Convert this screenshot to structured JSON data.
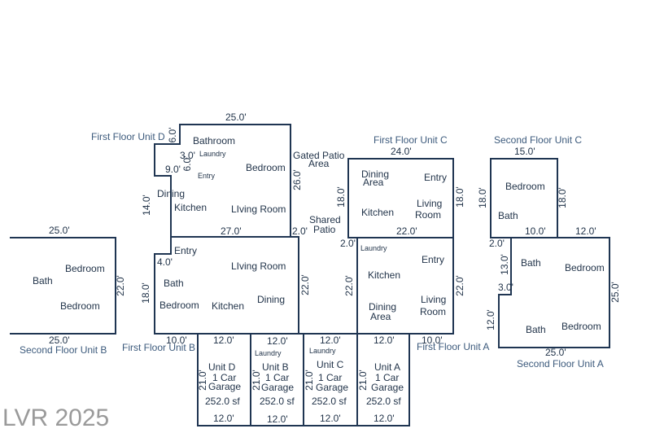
{
  "watermark": "LVR 2025",
  "units": {
    "first_d": "First Floor Unit D",
    "first_c": "First Floor Unit C",
    "second_c": "Second Floor Unit C",
    "second_b": "Second Floor Unit B",
    "first_b": "First Floor Unit B",
    "first_a": "First Floor Unit A",
    "second_a": "Second Floor Unit A"
  },
  "rooms": {
    "d_bathroom": "Bathroom",
    "d_laundry": "Laundry",
    "d_bedroom": "Bedroom",
    "d_entry": "Entry",
    "d_dining": "Dining",
    "d_kitchen": "Kitchen",
    "d_living": "LIving Room",
    "gated_1": "Gated Patio",
    "gated_2": "Area",
    "shared_1": "Shared",
    "shared_2": "Patio",
    "c_dining_1": "Dining",
    "c_dining_2": "Area",
    "c_entry": "Entry",
    "c_kitchen": "Kitchen",
    "c_living_1": "Living",
    "c_living_2": "Room",
    "sc_bedroom": "Bedroom",
    "sc_bath": "Bath",
    "sb_bath": "Bath",
    "sb_bedroom1": "Bedroom",
    "sb_bedroom2": "Bedroom",
    "b_entry": "Entry",
    "b_living": "LIving Room",
    "b_bath": "Bath",
    "b_bedroom": "Bedroom",
    "b_kitchen": "Kitchen",
    "b_dining": "Dining",
    "a_laundry": "Laundry",
    "a_entry": "Entry",
    "a_kitchen": "Kitchen",
    "a_dining_1": "Dining",
    "a_dining_2": "Area",
    "a_living_1": "Living",
    "a_living_2": "Room",
    "sa_bath1": "Bath",
    "sa_bedroom1": "Bedroom",
    "sa_bath2": "Bath",
    "sa_bedroom2": "Bedroom"
  },
  "garages": {
    "d_name": "Unit D",
    "d_type": "1 Car",
    "d_label": "Garage",
    "d_area": "252.0 sf",
    "b_laundry": "Laundry",
    "b_name": "Unit B",
    "b_type": "1 Car",
    "b_label": "Garage",
    "b_area": "252.0 sf",
    "c_laundry": "Laundry",
    "c_name": "Unit C",
    "c_type": "1 Car",
    "c_label": "Garage",
    "c_area": "252.0 sf",
    "a_name": "Unit A",
    "a_type": "1 Car",
    "a_label": "Garage",
    "a_area": "252.0 sf"
  },
  "dims": {
    "d_top": "25.0'",
    "d_6a": "6.0'",
    "d_3": "3.0'",
    "d_9": "9.0'",
    "d_6b": "6.0'",
    "d_14": "14.0'",
    "d_26": "26.0'",
    "d_27": "27.0'",
    "d_2": "2.0'",
    "c_24": "24.0'",
    "c_18l": "18.0'",
    "c_18r": "18.0'",
    "c_22": "22.0'",
    "sc_15": "15.0'",
    "sc_18l": "18.0'",
    "sc_18r": "18.0'",
    "sc_10": "10.0'",
    "sc_12": "12.0'",
    "sb_top": "25.0'",
    "sb_22": "22.0'",
    "sb_bottom": "25.0'",
    "b_4": "4.0'",
    "b_18": "18.0'",
    "b_22": "22.0'",
    "b_10": "10.0'",
    "a_2": "2.0'",
    "a_22l": "22.0'",
    "a_22r": "22.0'",
    "a_10": "10.0'",
    "sa_2": "2.0'",
    "sa_13": "13.0'",
    "sa_3": "3.0'",
    "sa_25r": "25.0'",
    "sa_12": "12.0'",
    "sa_25b": "25.0'",
    "g1_top": "12.0'",
    "g2_top": "12.0'",
    "g3_top": "12.0'",
    "g4_top": "12.0'",
    "g1_side": "21.0'",
    "g2_side": "21.0'",
    "g3_side": "21.0'",
    "g4_side": "21.0'",
    "g1_bot": "12.0'",
    "g2_bot": "12.0'",
    "g3_bot": "12.0'",
    "g4_bot": "12.0'"
  }
}
